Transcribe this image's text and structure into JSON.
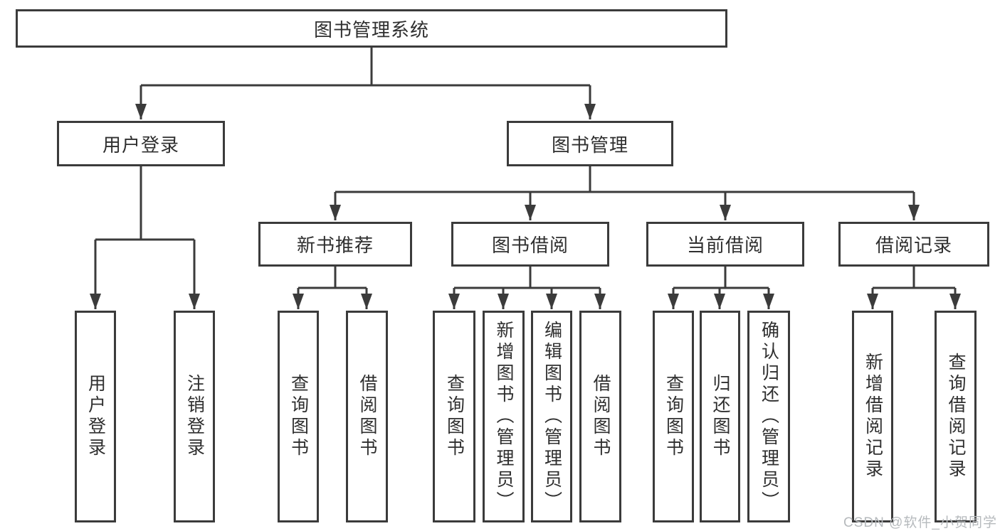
{
  "diagram": {
    "root": "图书管理系统",
    "branches": [
      {
        "label": "用户登录",
        "children": [
          {
            "label": "用户登录"
          },
          {
            "label": "注销登录"
          }
        ]
      },
      {
        "label": "图书管理",
        "sections": [
          {
            "label": "新书推荐",
            "children": [
              {
                "label": "查询图书"
              },
              {
                "label": "借阅图书"
              }
            ]
          },
          {
            "label": "图书借阅",
            "children": [
              {
                "label": "查询图书"
              },
              {
                "label": "新增图书（管理员）"
              },
              {
                "label": "编辑图书（管理员）"
              },
              {
                "label": "借阅图书"
              }
            ]
          },
          {
            "label": "当前借阅",
            "children": [
              {
                "label": "查询图书"
              },
              {
                "label": "归还图书"
              },
              {
                "label": "确认归还（管理员）"
              }
            ]
          },
          {
            "label": "借阅记录",
            "children": [
              {
                "label": "新增借阅记录"
              },
              {
                "label": "查询借阅记录"
              }
            ]
          }
        ]
      }
    ]
  },
  "watermark": {
    "text": "CSDN @软件_小贺同学"
  },
  "colors": {
    "line": "#3b3b3b",
    "text": "#2f2f2f",
    "watermark": "#b6babd",
    "background": "#ffffff"
  }
}
